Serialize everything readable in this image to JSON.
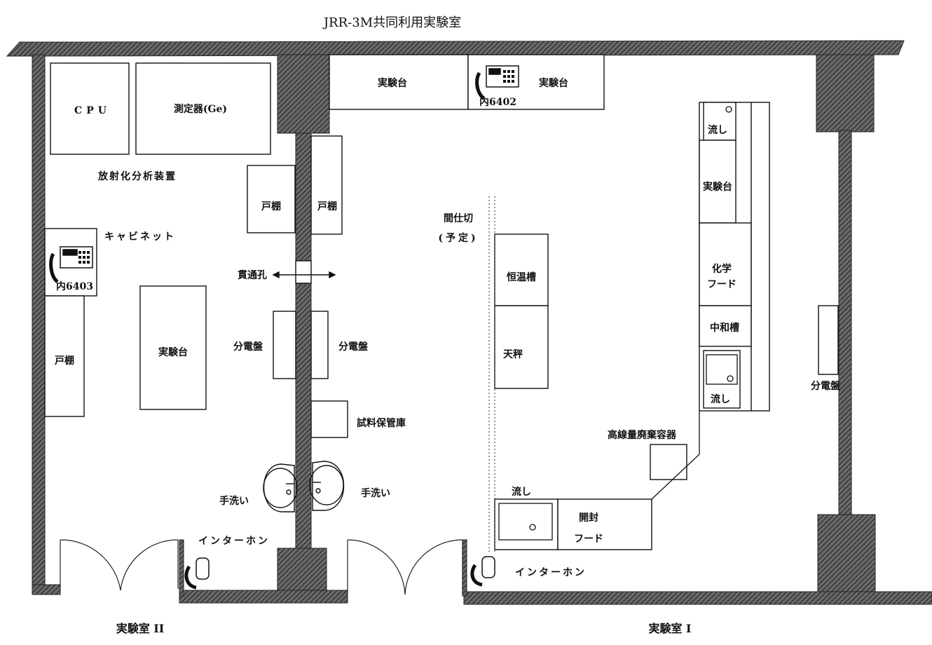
{
  "title": "JRR-3M共同利用実験室",
  "captions": {
    "room_2": "実験室 II",
    "room_1": "実験室 I"
  },
  "room2": {
    "cpu": "CPU",
    "ge_meter": "測定器(Ge)",
    "analyzer": "放射化分析装置",
    "cabinet": "キャビネット",
    "phone_ext": "内6403",
    "shelf_left": "戸棚",
    "shelf_upper": "戸棚",
    "bench": "実験台",
    "panel": "分電盤",
    "hand_wash": "手洗い",
    "intercom": "インターホン"
  },
  "corridor": {
    "through_hole": "貫通孔",
    "shelf": "戸棚",
    "panel": "分電盤",
    "sample_storage": "試料保管庫",
    "hand_wash": "手洗い"
  },
  "room1": {
    "bench_a": "実験台",
    "bench_b": "実験台",
    "phone_ext": "内6402",
    "partition_1": "間仕切",
    "partition_2": "(予定)",
    "thermostat": "恒温槽",
    "balance": "天秤",
    "sink_top": "流し",
    "bench_side": "実験台",
    "fume_hood_1": "化学",
    "fume_hood_2": "フード",
    "neutralizer": "中和槽",
    "sink_bottom": "流し",
    "waste": "高線量廃棄容器",
    "sink_front": "流し",
    "open_hood_1": "開封",
    "open_hood_2": "フード",
    "intercom": "インターホン",
    "panel": "分電盤"
  }
}
